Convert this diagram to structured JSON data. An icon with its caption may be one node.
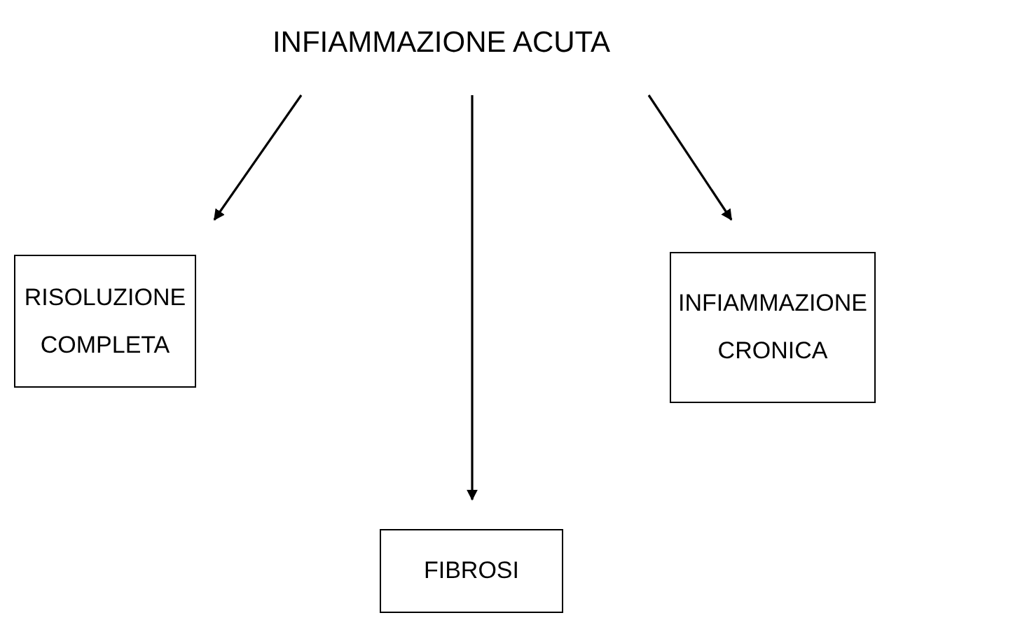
{
  "diagram": {
    "nodes": [
      {
        "text": [
          "INFIAMMAZIONE ACUTA"
        ]
      },
      {
        "text": [
          "RISOLUZIONE COMPLETA"
        ]
      },
      {
        "text": [
          "INFIAMMAZIONE CRONICA"
        ]
      },
      {
        "text": [
          "FIBROSI"
        ]
      }
    ],
    "edges": [
      {
        "from": 0,
        "to": 1,
        "arrow": "to"
      },
      {
        "from": 0,
        "to": 3,
        "arrow": "to"
      },
      {
        "from": 0,
        "to": 2,
        "arrow": "to"
      }
    ]
  }
}
